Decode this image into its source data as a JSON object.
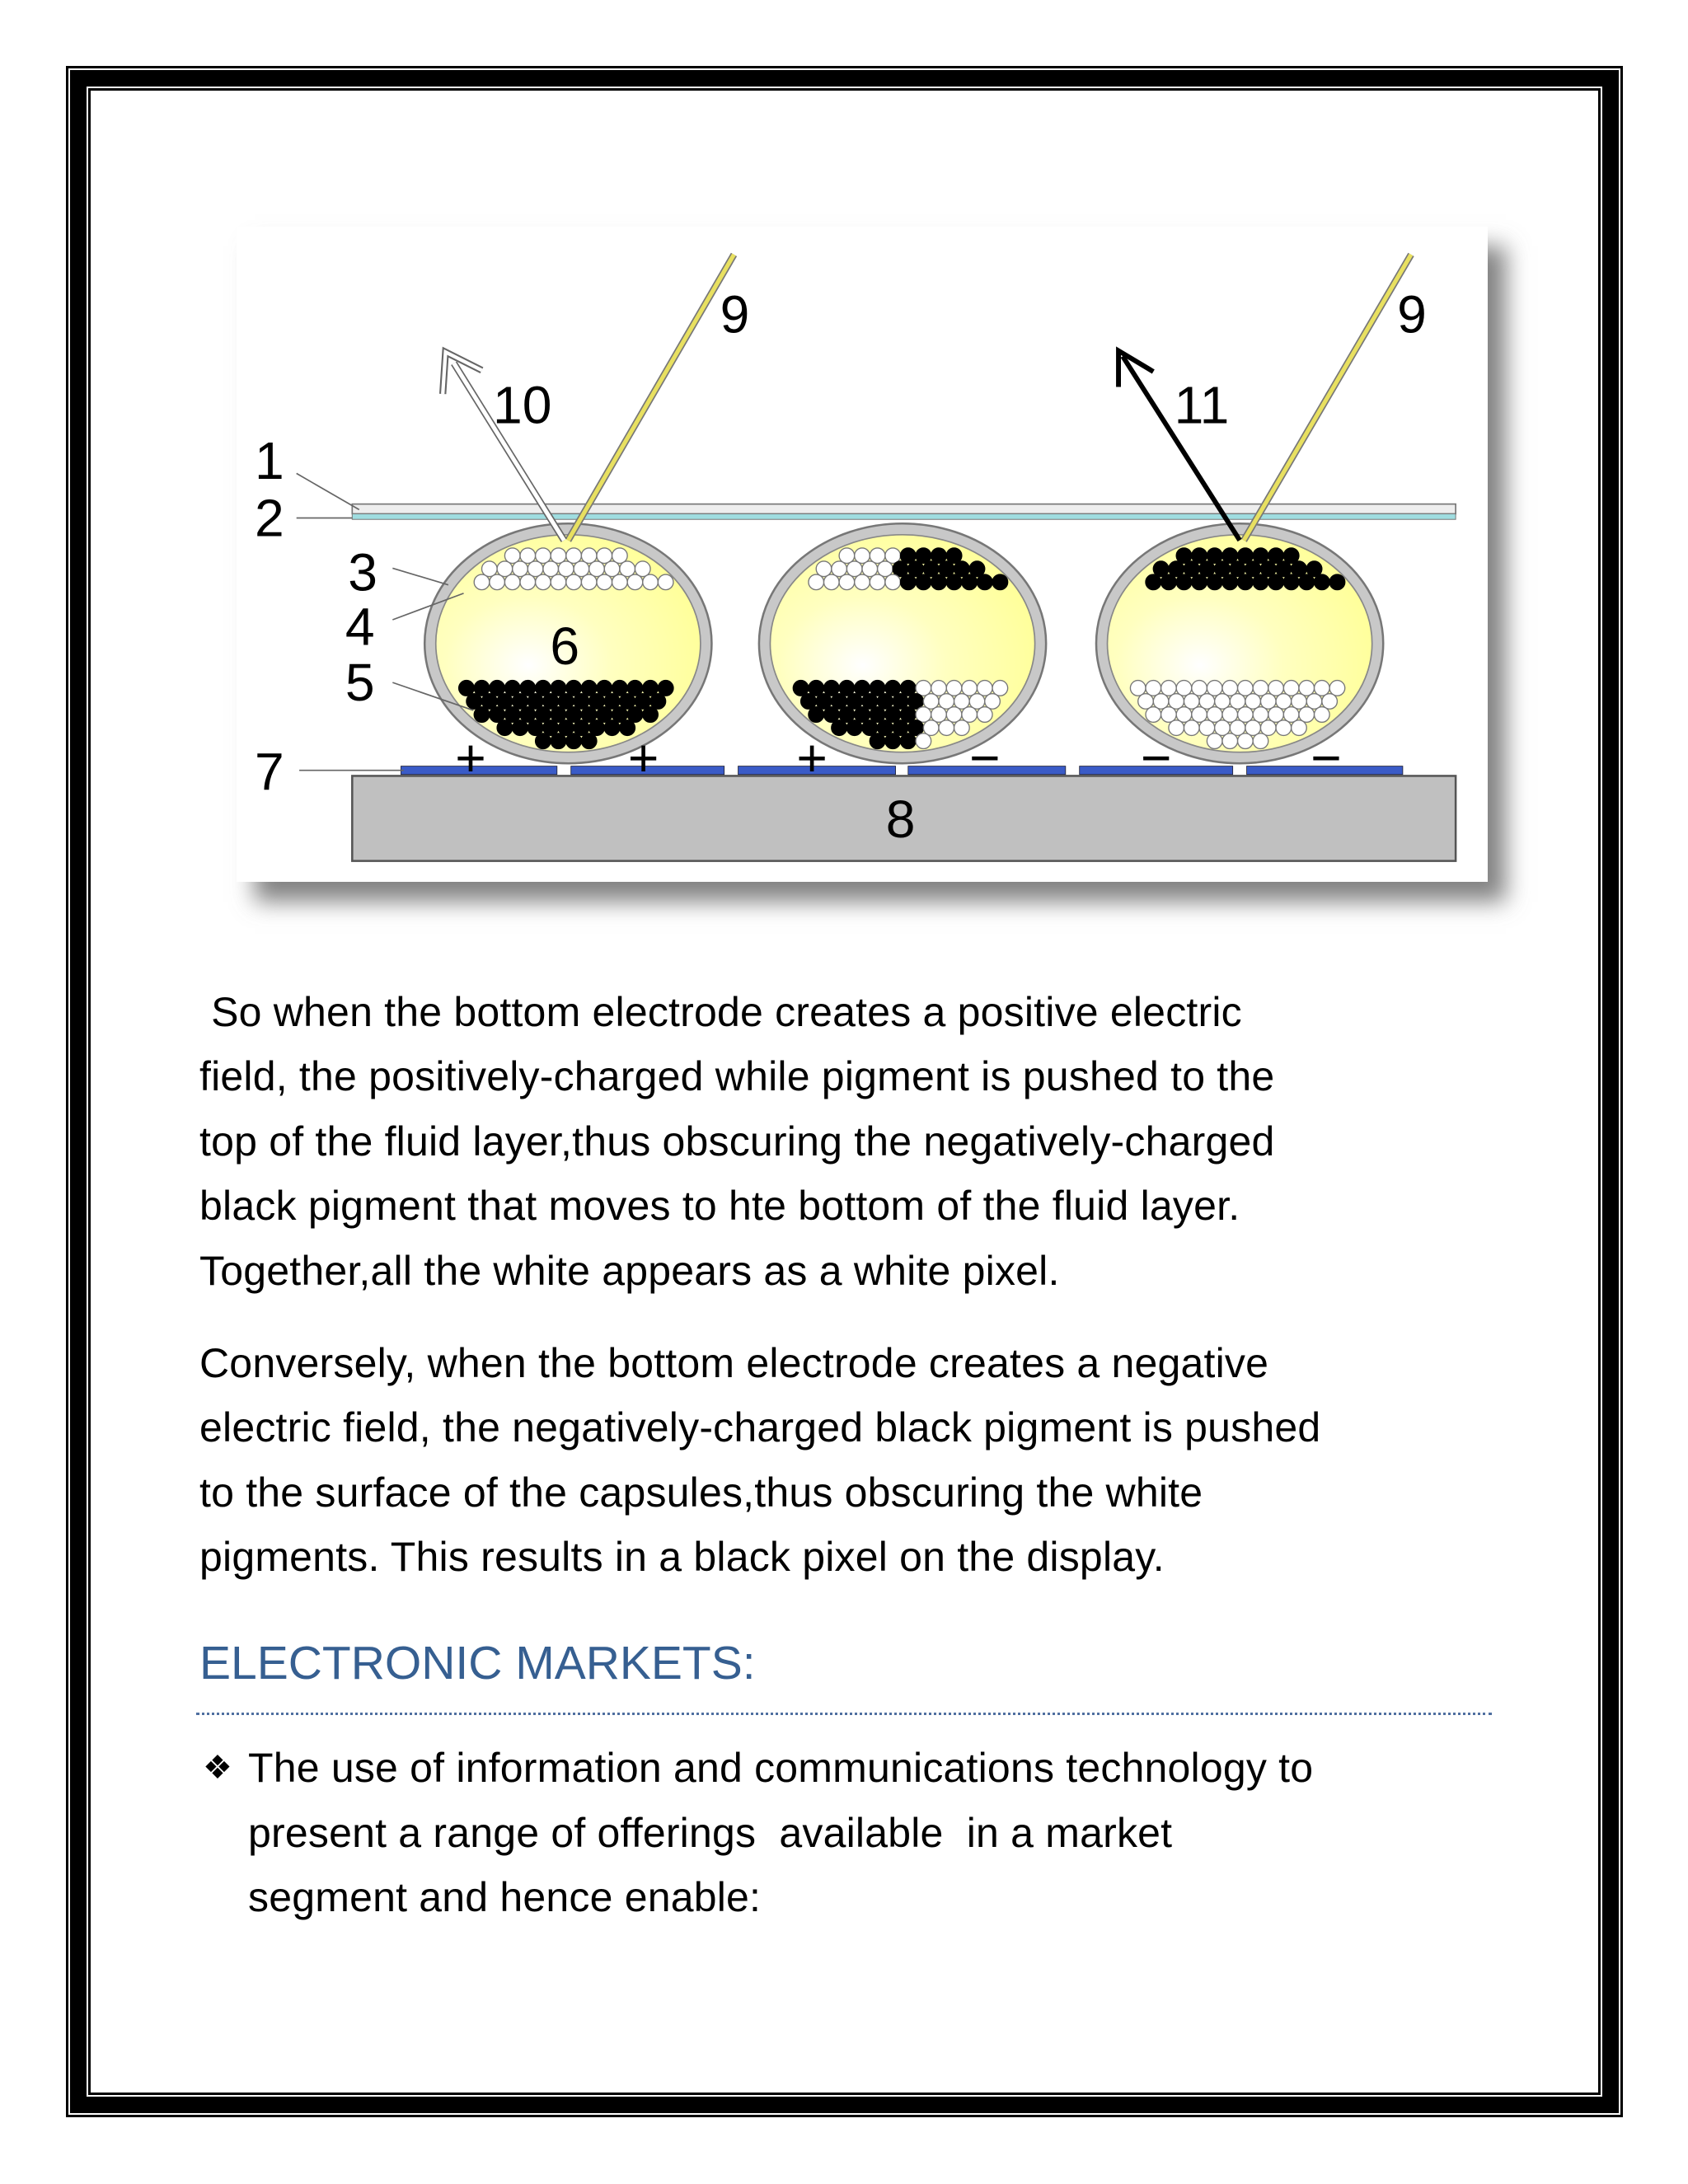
{
  "figure": {
    "labels": {
      "l1": "1",
      "l2": "2",
      "l3": "3",
      "l4": "4",
      "l5": "5",
      "l6": "6",
      "l7": "7",
      "l8": "8",
      "l9a": "9",
      "l9b": "9",
      "l10": "10",
      "l11": "11"
    },
    "electrode_signs": [
      "+",
      "+",
      "+",
      "−",
      "−",
      "−"
    ],
    "colors": {
      "fluid": "#ffffa8",
      "capsule_wall": "#c8c8c8",
      "electrode": "#3a5bc7",
      "substrate": "#c0c0c0",
      "light_ray": "#e8e060",
      "top_layer": "#9fdde0"
    }
  },
  "paragraph1": [
    " So when the bottom electrode creates a positive electric",
    "field, the positively-charged while pigment is pushed to the",
    "top of the fluid layer,thus obscuring the negatively-charged",
    "black pigment that moves to hte bottom of the fluid layer.",
    "Together,all the white appears as a white pixel."
  ],
  "paragraph2": [
    "Conversely, when the bottom electrode creates a negative",
    "electric field, the negatively-charged black pigment is pushed",
    "to the surface of the capsules,thus obscuring the white",
    "pigments. This results in a black pixel on the display."
  ],
  "section": {
    "heading": "ELECTRONIC MARKETS:",
    "heading_color": "#365f91",
    "bullet_icon": "diamond-bullet-icon",
    "bullet_glyph": "❖",
    "bullet_lines": [
      "The use of information and communications technology to",
      "present a range of offerings  available  in a market",
      "segment and hence enable:"
    ]
  }
}
